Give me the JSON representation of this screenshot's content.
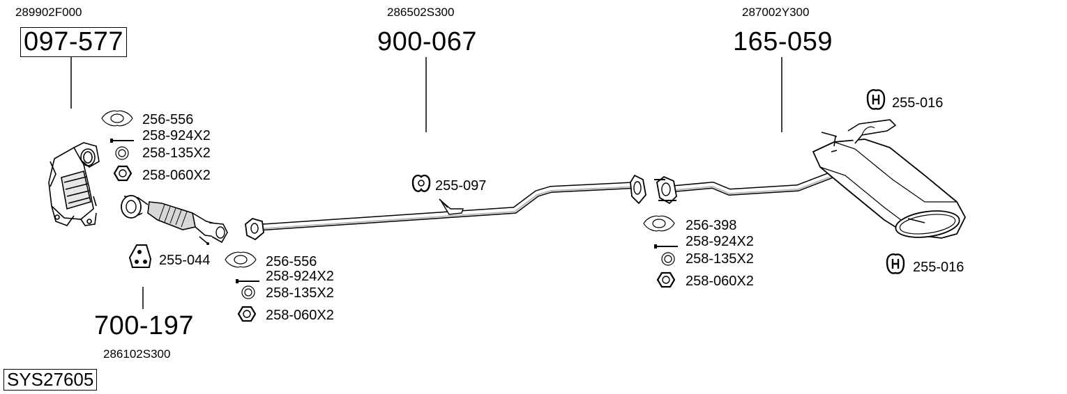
{
  "sections": {
    "catalyst": {
      "oem": "289902F000",
      "number": "097-577"
    },
    "center_pipe": {
      "oem": "286502S300",
      "number": "900-067"
    },
    "rear_box": {
      "oem": "287002Y300",
      "number": "165-059"
    },
    "front_pipe": {
      "oem": "286102S300",
      "number": "700-197"
    }
  },
  "parts": {
    "group_a": [
      "256-556",
      "258-924X2",
      "258-135X2",
      "258-060X2"
    ],
    "group_b": [
      "256-556",
      "258-924X2",
      "258-135X2",
      "258-060X2"
    ],
    "group_c": [
      "256-398",
      "258-924X2",
      "258-135X2",
      "258-060X2"
    ],
    "hanger_255_044": "255-044",
    "hanger_255_097": "255-097",
    "hanger_top_right": "255-016",
    "hanger_bottom_right": "255-016"
  },
  "system_code": "SYS27605"
}
